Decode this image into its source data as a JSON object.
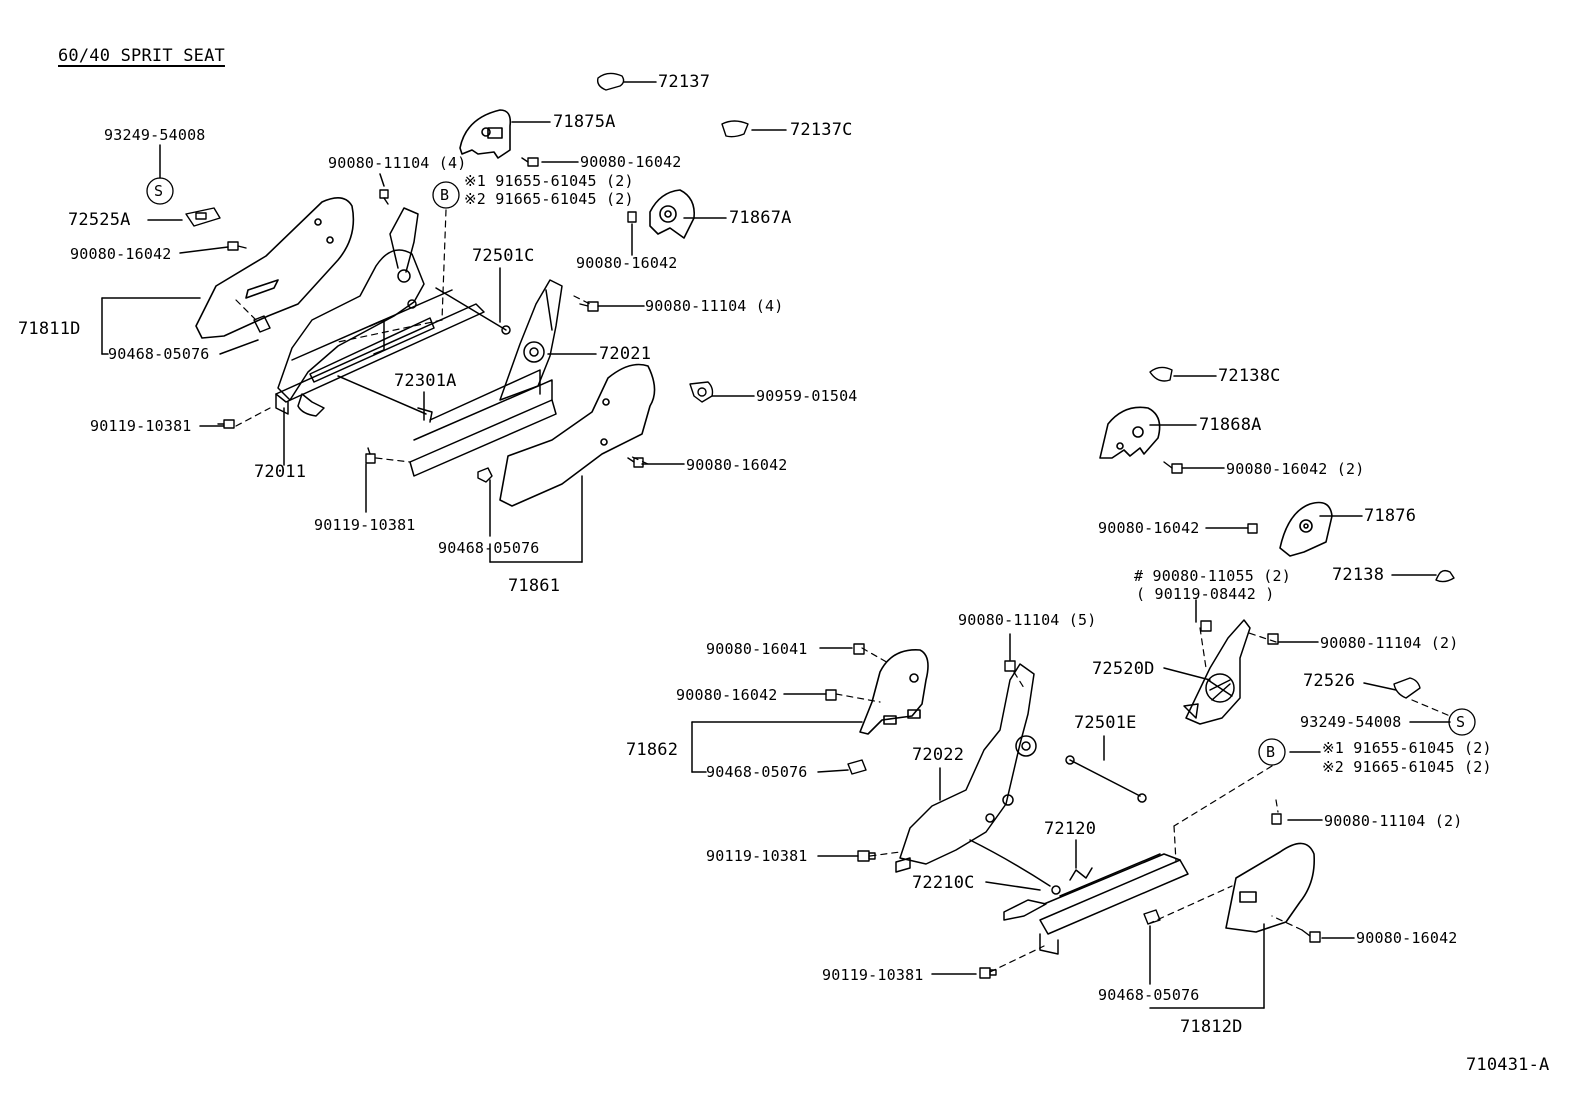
{
  "title": "60/40 SPRIT SEAT",
  "diagram_id": "710431-A",
  "markers": {
    "s": "S",
    "b": "B"
  },
  "labels": {
    "p72137": "72137",
    "p71875A": "71875A",
    "p72137C": "72137C",
    "p93249_54008_top": "93249-54008",
    "p72525A": "72525A",
    "p90080_16042_a": "90080-16042",
    "p71811D": "71811D",
    "p90468_05076_a": "90468-05076",
    "p90119_10381_a": "90119-10381",
    "p72011": "72011",
    "p90080_11104_4a": "90080-11104 (4)",
    "p90080_16042_b": "90080-16042",
    "b1_top": "※1 91655-61045 (2)",
    "b2_top": "※2 91665-61045 (2)",
    "p71867A": "71867A",
    "p90080_16042_c": "90080-16042",
    "p72501C": "72501C",
    "p90080_11104_4b": "90080-11104 (4)",
    "p72021": "72021",
    "p72301A": "72301A",
    "p90959_01504": "90959-01504",
    "p90080_16042_d": "90080-16042",
    "p90119_10381_b": "90119-10381",
    "p90468_05076_b": "90468-05076",
    "p71861": "71861",
    "p72138C": "72138C",
    "p71868A": "71868A",
    "p90080_16042_2a": "90080-16042 (2)",
    "p90080_16042_e": "90080-16042",
    "p71876": "71876",
    "p90080_11055": "# 90080-11055 (2)",
    "p90119_08442": "( 90119-08442 )",
    "p72138": "72138",
    "p90080_11104_5": "90080-11104 (5)",
    "p90080_11104_2a": "90080-11104 (2)",
    "p90080_16041": "90080-16041",
    "p72520D": "72520D",
    "p72526": "72526",
    "p90080_16042_f": "90080-16042",
    "p93249_54008_bot": "93249-54008",
    "p71862": "71862",
    "p72501E": "72501E",
    "b1_bot": "※1 91655-61045 (2)",
    "b2_bot": "※2 91665-61045 (2)",
    "p90468_05076_c": "90468-05076",
    "p72022": "72022",
    "p90080_11104_2b": "90080-11104 (2)",
    "p72120": "72120",
    "p90119_10381_c": "90119-10381",
    "p72210C": "72210C",
    "p90080_16042_g": "90080-16042",
    "p90119_10381_d": "90119-10381",
    "p90468_05076_d": "90468-05076",
    "p71812D": "71812D"
  }
}
